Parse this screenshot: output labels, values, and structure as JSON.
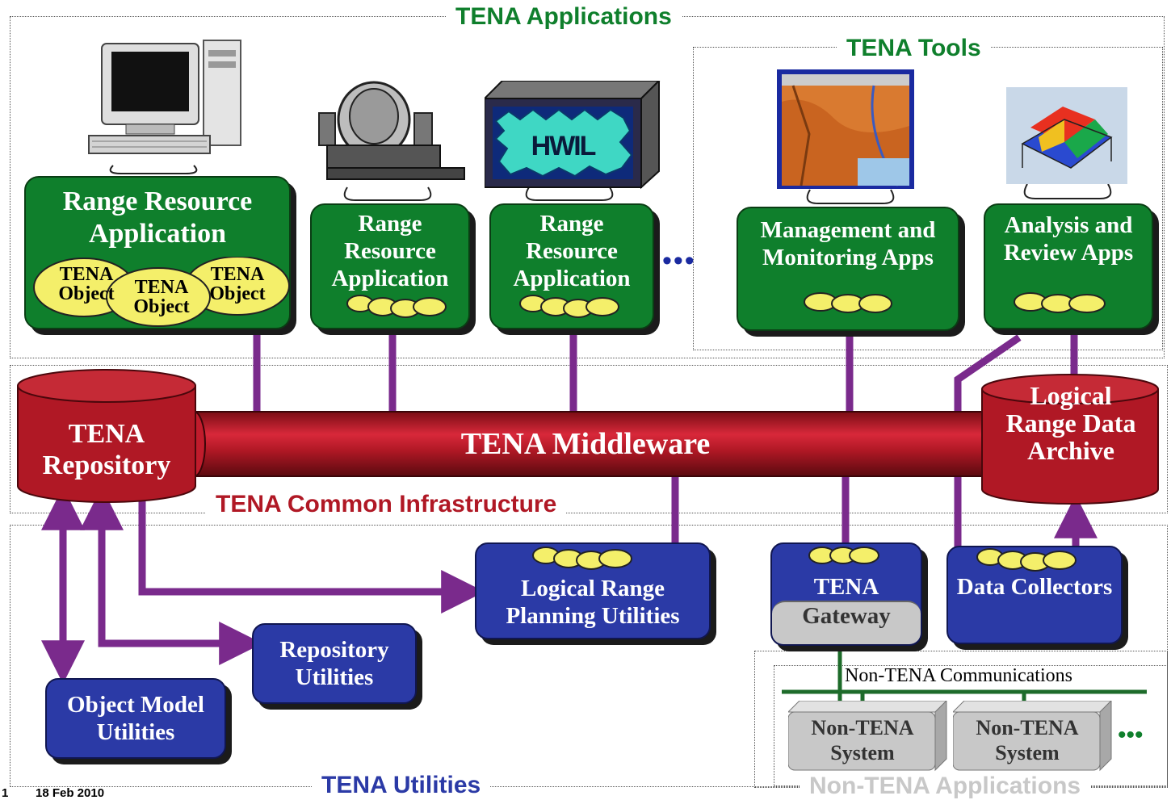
{
  "sections": {
    "applications": "TENA Applications",
    "tools": "TENA Tools",
    "common_infrastructure": "TENA Common Infrastructure",
    "utilities": "TENA Utilities",
    "non_tena_applications": "Non-TENA Applications"
  },
  "apps": {
    "range_resource_main": "Range Resource Application",
    "tena_object": "TENA Object",
    "range_resource_2": "Range Resource Application",
    "range_resource_3": "Range Resource Application",
    "display_logo": "HWIL",
    "ellipsis": "•••"
  },
  "tools": {
    "management": "Management and Monitoring Apps",
    "analysis": "Analysis and Review Apps"
  },
  "infrastructure": {
    "repository": "TENA Repository",
    "middleware": "TENA Middleware",
    "archive": "Logical Range Data Archive"
  },
  "utilities": {
    "logical_range_planning": "Logical Range Planning Utilities",
    "repository_utilities": "Repository Utilities",
    "object_model_utilities": "Object Model Utilities",
    "gateway_top": "TENA",
    "gateway_bottom": "Gateway",
    "data_collectors": "Data Collectors"
  },
  "non_tena": {
    "communications": "Non-TENA Communications",
    "system_1": "Non-TENA System",
    "system_2": "Non-TENA System",
    "ellipsis": "•••"
  },
  "footer": {
    "page_number": "1",
    "date": "18 Feb 2010"
  },
  "colors": {
    "section_green": "#0f7f2c",
    "infrastructure_red": "#b01825",
    "utility_blue": "#2b3aa6",
    "connector_purple": "#7a2a8c",
    "object_yellow": "#f4ef6a",
    "non_tena_gray": "#c8c8c8"
  }
}
